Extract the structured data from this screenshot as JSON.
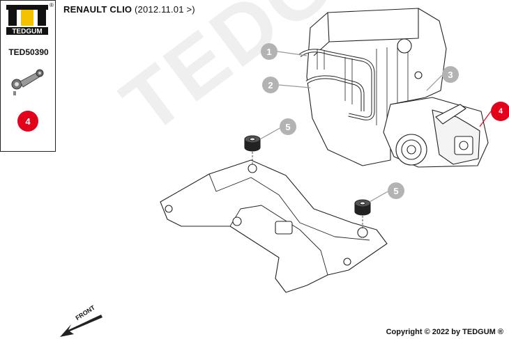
{
  "brand": {
    "name": "TEDGUM",
    "registered": "®"
  },
  "part_number": "TED50390",
  "highlighted_position": "4",
  "vehicle_title": {
    "model": "RENAULT CLIO",
    "years": "(2012.11.01 >)"
  },
  "callouts": [
    "1",
    "2",
    "3",
    "5",
    "5"
  ],
  "front_label": "FRONT",
  "copyright": "Copyright © 2022 by TEDGUM ®",
  "watermark": "TEDGUM",
  "colors": {
    "accent_red": "#e3001b",
    "callout_grey": "#b3b3b3",
    "logo_yellow": "#f2c200"
  }
}
